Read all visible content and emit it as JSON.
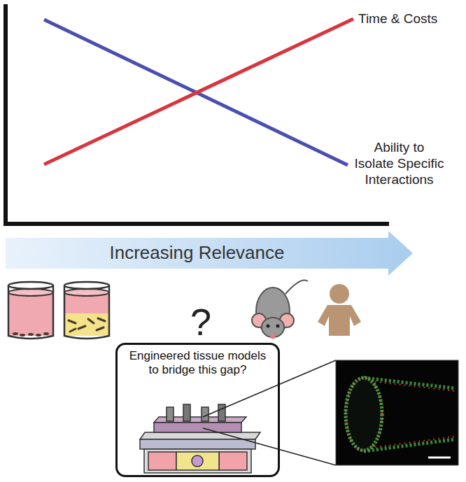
{
  "diagram": {
    "nodes": [
      {
        "text": [
          "Increasing Relevance"
        ]
      },
      {
        "text": [
          "Engineered tissue models to bridge this gap?"
        ]
      }
    ],
    "labels": [
      "Time & Costs",
      "Ability to Isolate Specific Interactions",
      "?"
    ]
  }
}
